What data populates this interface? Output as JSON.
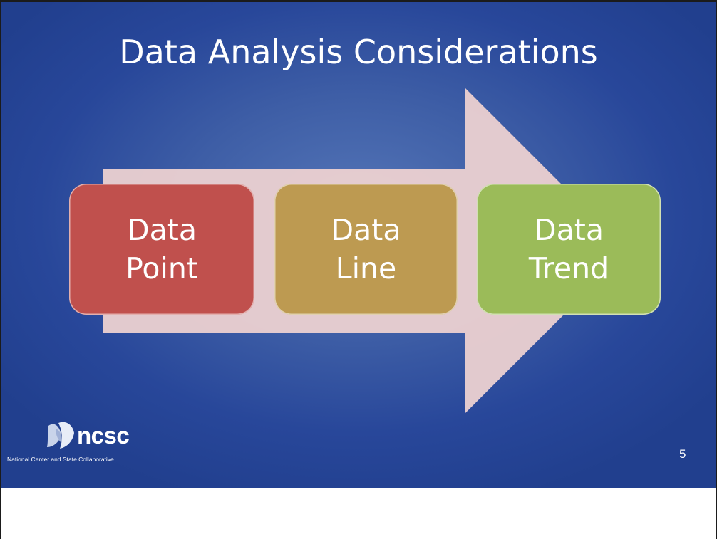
{
  "slide": {
    "title": "Data Analysis Considerations",
    "page_number": "5",
    "colors": {
      "background": "#2e4f9f",
      "arrow": "#ecd1d1",
      "step_1": "#c0504d",
      "step_2": "#bd9a51",
      "step_3": "#9bbb59",
      "text": "#ffffff"
    }
  },
  "diagram": {
    "steps": [
      {
        "line1": "Data",
        "line2": "Point",
        "color": "#c0504d"
      },
      {
        "line1": "Data",
        "line2": "Line",
        "color": "#bd9a51"
      },
      {
        "line1": "Data",
        "line2": "Trend",
        "color": "#9bbb59"
      }
    ],
    "arrow_icon": "right-arrow-icon"
  },
  "logo": {
    "name": "ncsc",
    "tagline": "National Center and State Collaborative",
    "icon": "ncsc-logo-icon"
  }
}
